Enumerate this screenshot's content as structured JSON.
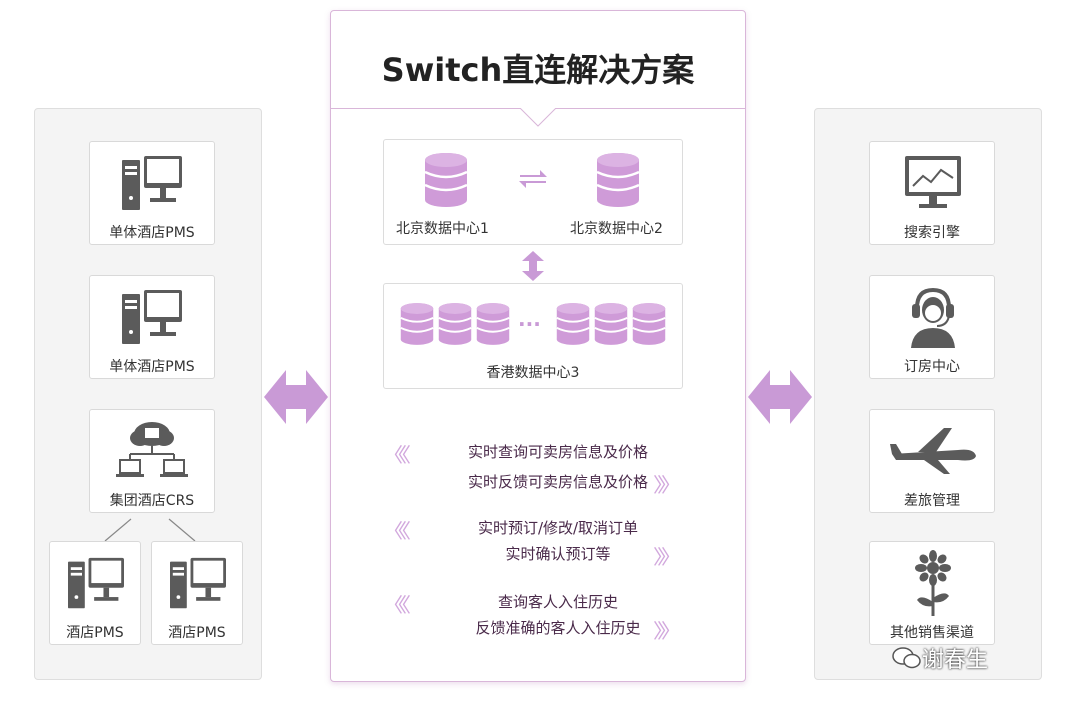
{
  "title": "Switch直连解决方案",
  "left_panel": {
    "items": [
      {
        "label": "单体酒店PMS"
      },
      {
        "label": "单体酒店PMS"
      },
      {
        "label": "集团酒店CRS"
      },
      {
        "label": "酒店PMS"
      },
      {
        "label": "酒店PMS"
      }
    ]
  },
  "data_centers": {
    "dc1": "北京数据中心1",
    "dc2": "北京数据中心2",
    "dc3": "香港数据中心3",
    "ellipsis": "···"
  },
  "flows": [
    {
      "incoming": "实时查询可卖房信息及价格",
      "outgoing": "实时反馈可卖房信息及价格"
    },
    {
      "incoming": "实时预订/修改/取消订单",
      "outgoing": "实时确认预订等"
    },
    {
      "incoming": "查询客人入住历史",
      "outgoing": "反馈准确的客人入住历史"
    }
  ],
  "right_panel": {
    "items": [
      {
        "label": "搜索引擎",
        "icon": "monitor-chart-icon"
      },
      {
        "label": "订房中心",
        "icon": "headset-agent-icon"
      },
      {
        "label": "差旅管理",
        "icon": "airplane-icon"
      },
      {
        "label": "其他销售渠道",
        "icon": "flower-icon"
      }
    ]
  },
  "watermark": "谢春生",
  "colors": {
    "accent": "#c99ad6",
    "database": "#cf9bd8",
    "dark_icon": "#5b5b5b"
  }
}
